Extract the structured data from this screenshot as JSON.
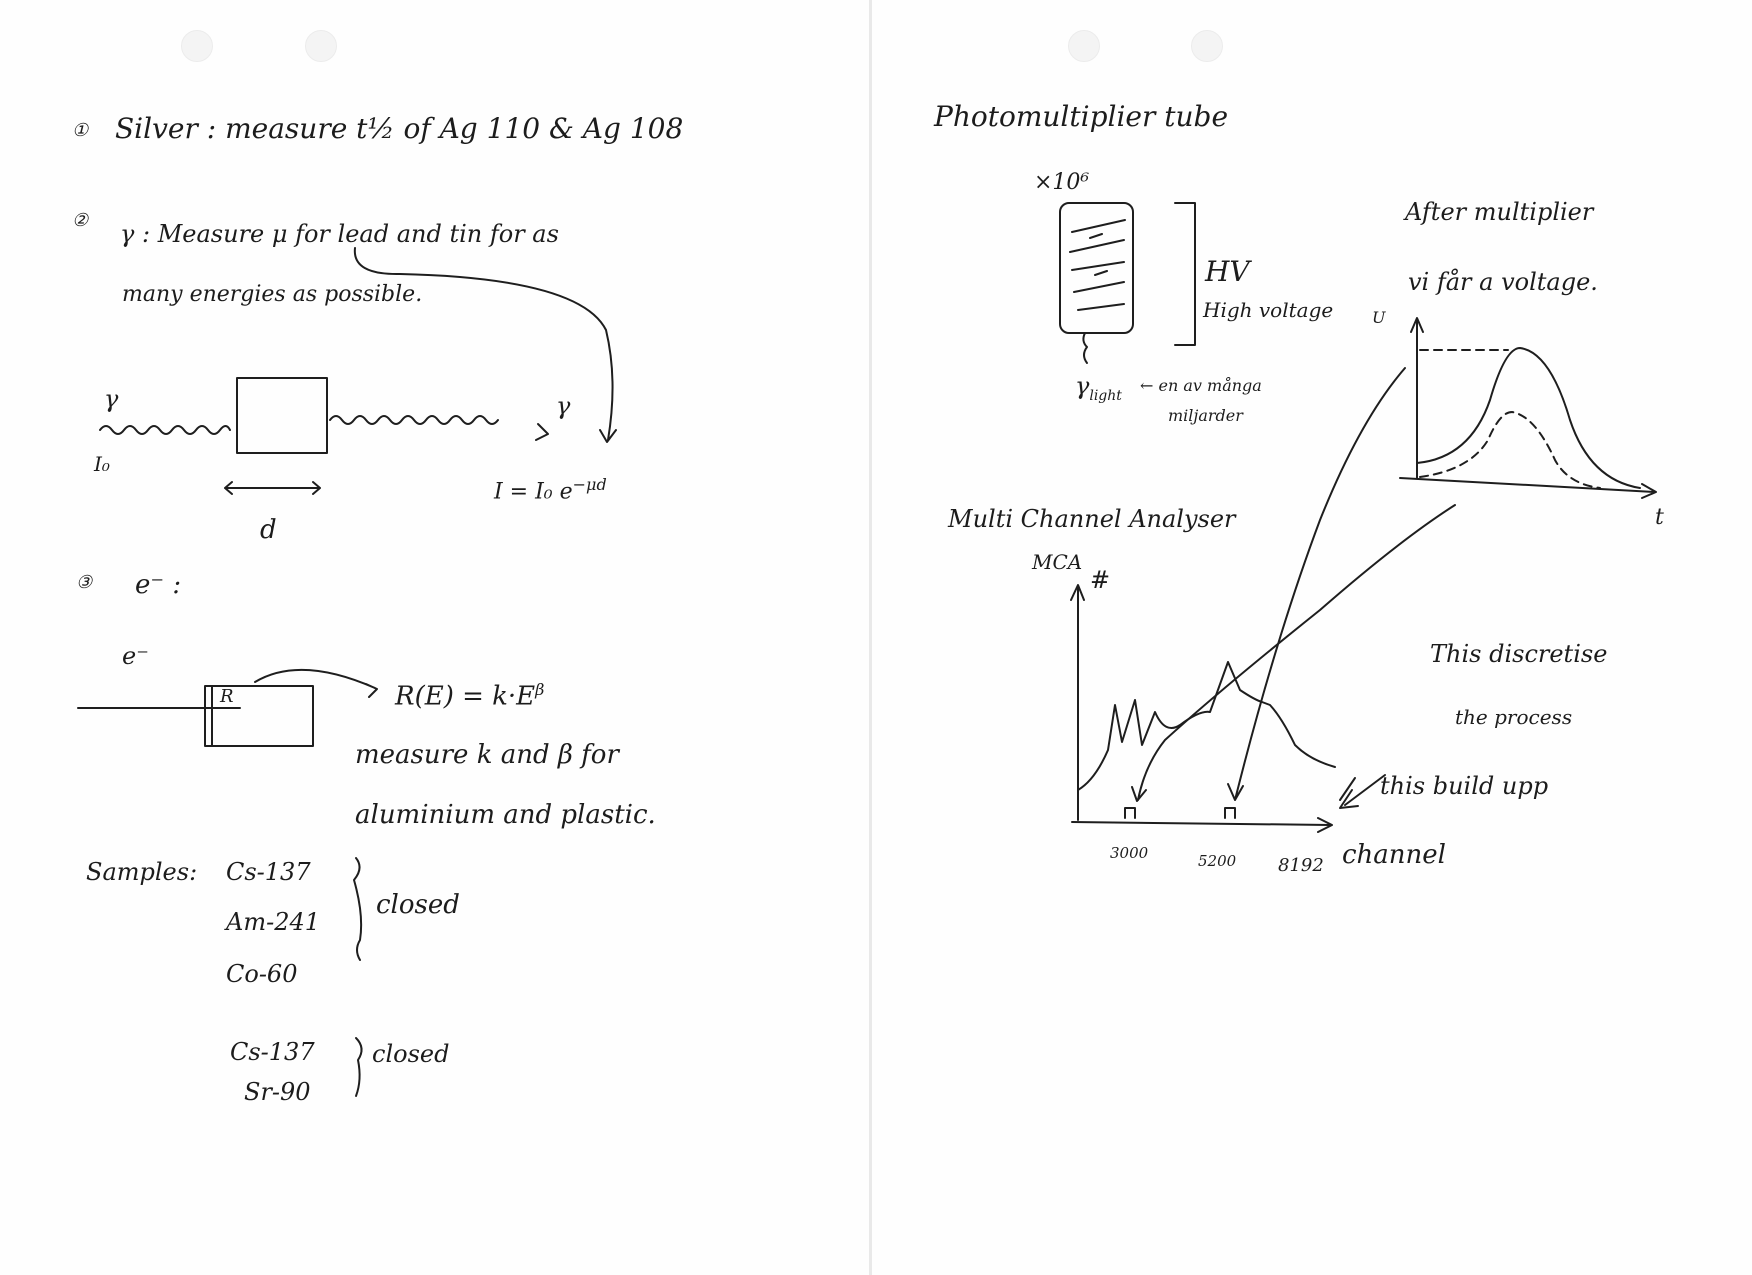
{
  "left_page": {
    "item1": {
      "num": "①",
      "text": "Silver :  measure  t½  of  Ag 110  &  Ag 108"
    },
    "item2": {
      "num": "②",
      "line1": "γ : Measure  μ  for  lead and  tin  for  as",
      "line2": "many  energies  as possible.",
      "diagram": {
        "gamma_in": "γ",
        "i0": "I₀",
        "gamma_out": "γ",
        "formula_base": "I = I₀ e",
        "formula_exp": "−μd",
        "thickness": "d"
      }
    },
    "item3": {
      "num": "③",
      "title": "e⁻ :",
      "electron": "e⁻",
      "box_label": "R",
      "formula_base": "R(E) = k·E",
      "formula_exp": "β",
      "line1": "measure  k and  β  for",
      "line2": "aluminium  and  plastic."
    },
    "samples": {
      "label": "Samples:",
      "group1": [
        "Cs-137",
        "Am-241",
        "Co-60"
      ],
      "group1_note": "closed",
      "group2": [
        "Cs-137",
        "Sr-90"
      ],
      "group2_note": "closed"
    }
  },
  "right_page": {
    "pmt": {
      "title": "Photomultiplier tube",
      "gain": "×10⁶",
      "hv": "HV",
      "hv_label": "High voltage",
      "light_symbol": "γ",
      "light_sub": "light",
      "light_note_1": "← en av många",
      "light_note_2": "miljarder"
    },
    "after": {
      "line1": "After  multiplier",
      "line2": "vi  får  a  voltage.",
      "u_axis": "U",
      "t_axis": "t"
    },
    "mca": {
      "title": "Multi Channel Analyser",
      "abbr": "MCA",
      "y_axis": "#",
      "ticks": [
        "3000",
        "5200",
        "8192"
      ],
      "x_axis": "channel",
      "note_1": "This discretise",
      "note_2": "the process",
      "build_note": "this build upp"
    }
  }
}
